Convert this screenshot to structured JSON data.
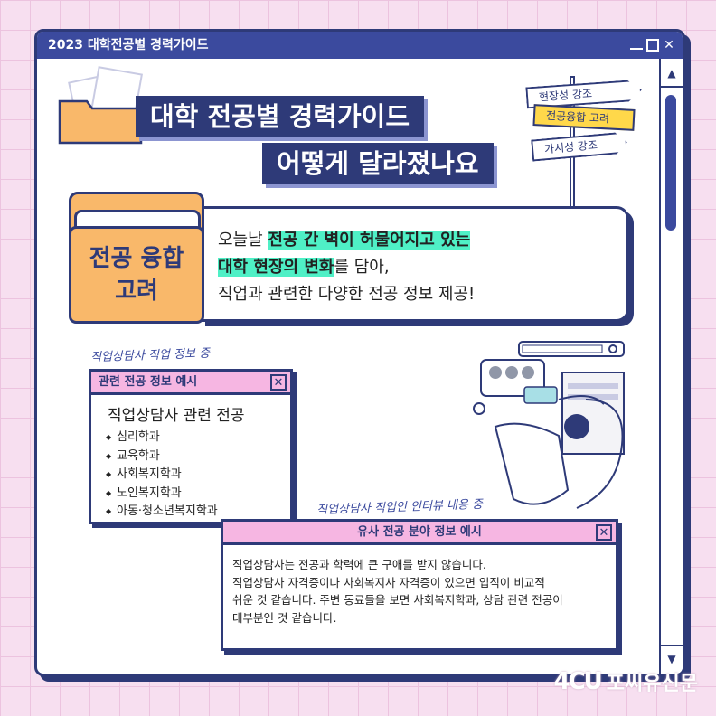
{
  "window": {
    "title": "2023 대학전공별 경력가이드"
  },
  "headline": {
    "line1": "대학 전공별 경력가이드",
    "mark1": "!",
    "line2": "어떻게 달라졌나요",
    "mark2": "?"
  },
  "signpost": {
    "sign1": "현장성 강조",
    "sign2": "전공융합 고려",
    "sign3": "가시성 강조"
  },
  "folder": {
    "line1": "전공 융합",
    "line2": "고려"
  },
  "summary": {
    "t1": "오늘날 ",
    "h1": "전공 간 벽이 허물어지고 있는",
    "h2": "대학 현장의 변화",
    "t2": "를 담아,",
    "line3": "직업과 관련한 다양한 전공 정보 제공!"
  },
  "note1": "직업상담사 직업 정보 중",
  "note2": "직업상담사 직업인 인터뷰 내용 중",
  "majors_window": {
    "title": "관련 전공 정보 예시",
    "heading": "직업상담사 관련 전공",
    "items": [
      "심리학과",
      "교육학과",
      "사회복지학과",
      "노인복지학과",
      "아동·청소년복지학과"
    ]
  },
  "interview_window": {
    "title": "유사 전공 분야 정보 예시",
    "lines": [
      "직업상담사는 전공과 학력에 큰 구애를 받지 않습니다.",
      "직업상담사 자격증이나 사회복지사 자격증이 있으면 입직이 비교적",
      "쉬운 것 같습니다. 주변 동료들을 보면 사회복지학과, 상담 관련 전공이",
      "대부분인 것 같습니다."
    ]
  },
  "logo": {
    "mark": "4CU",
    "text": "포씨유신문"
  },
  "colors": {
    "navy": "#2e3a78",
    "accent": "#3b4a9e",
    "pink": "#f6b6e2",
    "highlight": "#4ff0c6",
    "folder": "#f9b86a",
    "sign": "#ffd84a"
  }
}
